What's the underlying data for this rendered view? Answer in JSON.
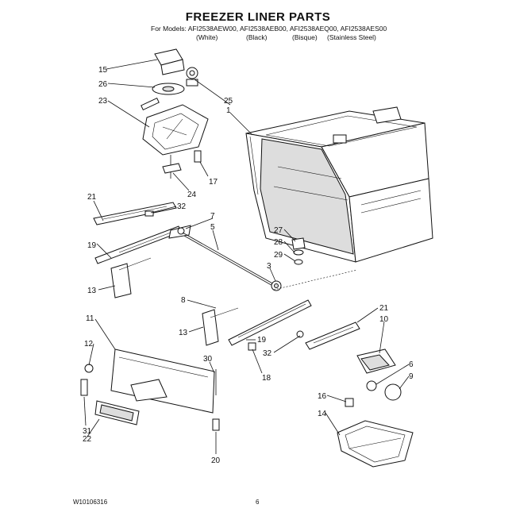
{
  "header": {
    "title": "FREEZER LINER PARTS",
    "models_line": "For Models: AFI2538AEW00, AFI2538AEB00, AFI2538AEQ00, AFI2538AES00",
    "variants": [
      "(White)",
      "(Black)",
      "(Bisque)",
      "(Stainless Steel)"
    ]
  },
  "callouts": [
    "15",
    "26",
    "23",
    "25",
    "1",
    "17",
    "24",
    "21",
    "32",
    "7",
    "5",
    "27",
    "28",
    "29",
    "3",
    "19",
    "13",
    "8",
    "11",
    "21",
    "10",
    "13",
    "12",
    "19",
    "32",
    "6",
    "9",
    "18",
    "30",
    "16",
    "14",
    "31",
    "22",
    "20"
  ],
  "footer": {
    "doc_number": "W10106316",
    "page_number": "6"
  }
}
